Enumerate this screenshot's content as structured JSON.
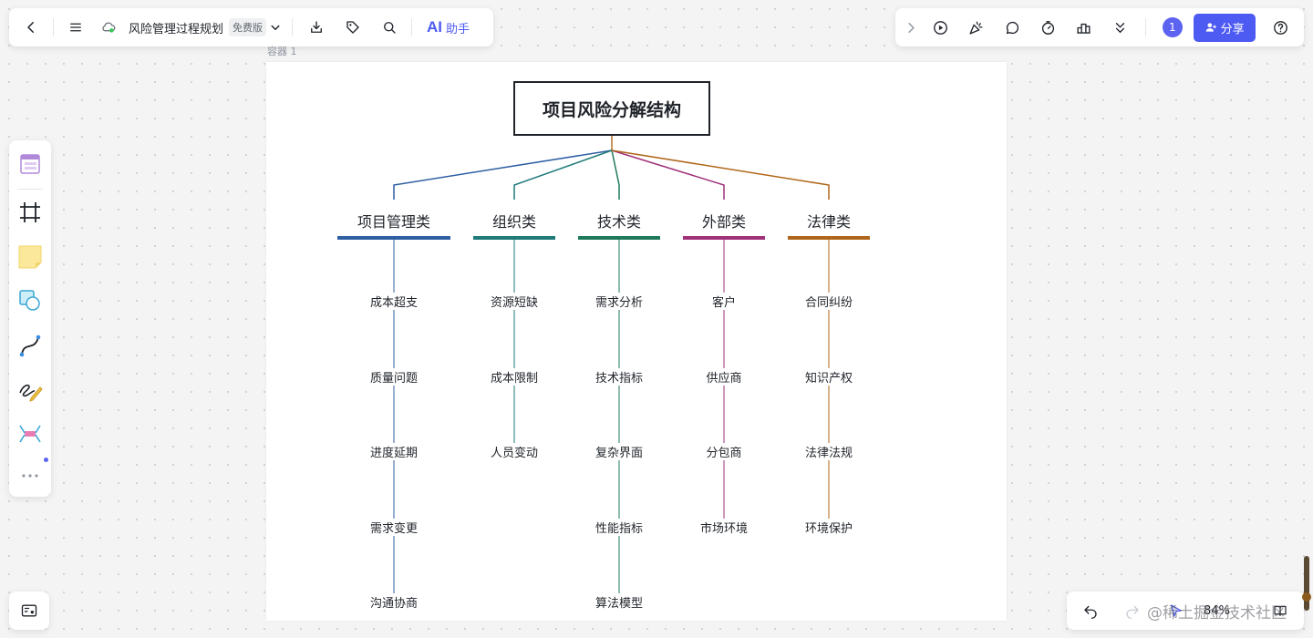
{
  "toolbar": {
    "title": "风险管理过程规划",
    "badge": "免费版",
    "ai_text": "AI",
    "ai_label": "助手"
  },
  "topright": {
    "collaborators": "1",
    "share_label": "分享"
  },
  "canvas": {
    "container_label": "容器 1",
    "root": "项目风险分解结构",
    "categories": [
      {
        "label": "项目管理类",
        "color": "#2f5fa3",
        "items": [
          "成本超支",
          "质量问题",
          "进度延期",
          "需求变更",
          "沟通协商"
        ]
      },
      {
        "label": "组织类",
        "color": "#1f7a7a",
        "items": [
          "资源短缺",
          "成本限制",
          "人员变动"
        ]
      },
      {
        "label": "技术类",
        "color": "#1f7a5a",
        "items": [
          "需求分析",
          "技术指标",
          "复杂界面",
          "性能指标",
          "算法模型"
        ]
      },
      {
        "label": "外部类",
        "color": "#a0307a",
        "items": [
          "客户",
          "供应商",
          "分包商",
          "市场环境"
        ]
      },
      {
        "label": "法律类",
        "color": "#b0661a",
        "items": [
          "合同纠纷",
          "知识产权",
          "法律法规",
          "环境保护"
        ]
      }
    ]
  },
  "bottom": {
    "zoom": "84%",
    "watermark": "@稀土掘金技术社区"
  }
}
